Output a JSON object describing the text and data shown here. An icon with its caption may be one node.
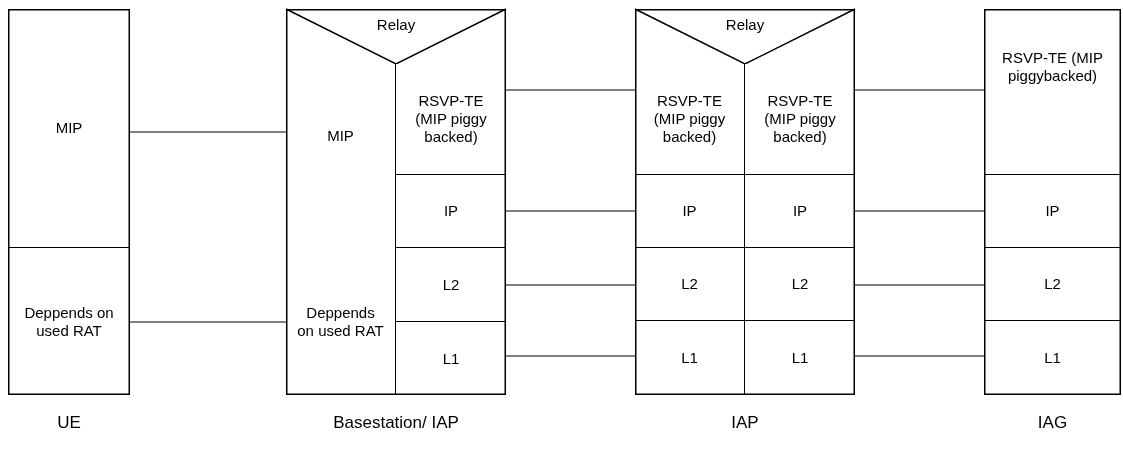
{
  "diagram": {
    "nodes": [
      {
        "text": [],
        "shape": "box",
        "beside": [
          "UE"
        ]
      },
      {
        "text": [
          "MIP"
        ],
        "in": 0
      },
      {
        "text": [
          "Deppends on used RAT"
        ],
        "in": 0
      },
      {
        "text": [],
        "shape": "box",
        "beside": [
          "Basestation/ IAP"
        ]
      },
      {
        "text": [
          "Relay"
        ],
        "in": 3
      },
      {
        "text": [
          "MIP"
        ],
        "in": 3
      },
      {
        "text": [
          "RSVP-TE (MIP piggy backed)"
        ],
        "in": 3
      },
      {
        "text": [
          "IP"
        ],
        "in": 3
      },
      {
        "text": [
          "Deppends on used RAT"
        ],
        "in": 3
      },
      {
        "text": [
          "L2"
        ],
        "in": 3
      },
      {
        "text": [
          "L1"
        ],
        "in": 3
      },
      {
        "text": [],
        "shape": "box",
        "beside": [
          "IAP"
        ]
      },
      {
        "text": [
          "Relay"
        ],
        "in": 11
      },
      {
        "text": [
          "RSVP-TE (MIP piggy backed)"
        ],
        "in": 11
      },
      {
        "text": [
          "RSVP-TE (MIP piggy backed)"
        ],
        "in": 11
      },
      {
        "text": [
          "IP"
        ],
        "in": 11
      },
      {
        "text": [
          "IP"
        ],
        "in": 11
      },
      {
        "text": [
          "L2"
        ],
        "in": 11
      },
      {
        "text": [
          "L2"
        ],
        "in": 11
      },
      {
        "text": [
          "L1"
        ],
        "in": 11
      },
      {
        "text": [
          "L1"
        ],
        "in": 11
      },
      {
        "text": [],
        "shape": "box",
        "beside": [
          "IAG"
        ]
      },
      {
        "text": [
          "RSVP-TE (MIP piggybacked)"
        ],
        "in": 21
      },
      {
        "text": [
          "IP"
        ],
        "in": 21
      },
      {
        "text": [
          "L2"
        ],
        "in": 21
      },
      {
        "text": [
          "L1"
        ],
        "in": 21
      }
    ],
    "edges": [
      {
        "from": 1,
        "to": 5,
        "arrow": "none"
      },
      {
        "from": 2,
        "to": 8,
        "arrow": "none"
      },
      {
        "from": 6,
        "to": 13,
        "arrow": "none"
      },
      {
        "from": 7,
        "to": 15,
        "arrow": "none"
      },
      {
        "from": 9,
        "to": 17,
        "arrow": "none"
      },
      {
        "from": 10,
        "to": 19,
        "arrow": "none"
      },
      {
        "from": 14,
        "to": 22,
        "arrow": "none"
      },
      {
        "from": 16,
        "to": 23,
        "arrow": "none"
      },
      {
        "from": 18,
        "to": 24,
        "arrow": "none"
      },
      {
        "from": 20,
        "to": 25,
        "arrow": "none"
      }
    ]
  }
}
